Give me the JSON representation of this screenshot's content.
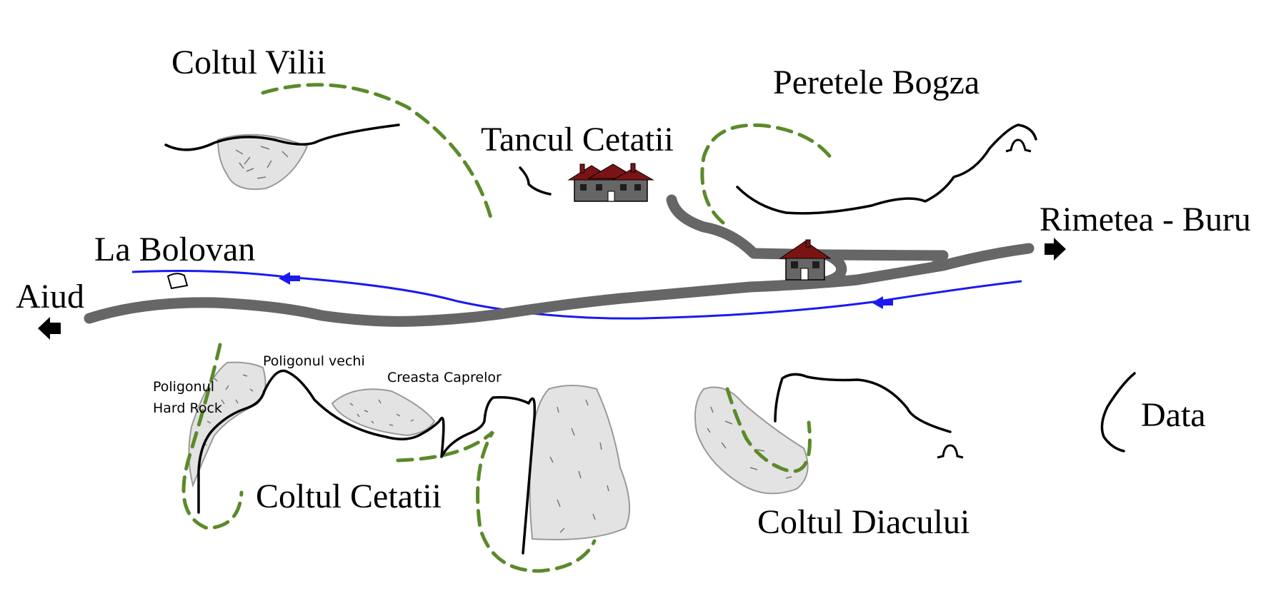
{
  "map": {
    "labels": {
      "coltul_vilii": "Coltul Vilii",
      "peretele_bogza": "Peretele Bogza",
      "tancul_cetatii": "Tancul Cetatii",
      "rimetea_buru": "Rimetea - Buru",
      "la_bolovan": "La Bolovan",
      "aiud": "Aiud",
      "poligonul_vechi": "Poligonul vechi",
      "creasta_caprelor": "Creasta Caprelor",
      "poligonul_hard_rock_line1": "Poligonul",
      "poligonul_hard_rock_line2": "Hard Rock",
      "coltul_cetatii": "Coltul Cetatii",
      "coltul_diacului": "Coltul Diacului",
      "data": "Data"
    },
    "icons": {
      "direction_left": "arrow-left-icon",
      "direction_right": "arrow-right-icon",
      "river_flow": "arrow-left-icon",
      "buildings": "house-icon",
      "cave": "cave-icon"
    },
    "colors": {
      "road": "#666666",
      "river": "#1a1af0",
      "trail": "#5b8a2a",
      "cliff": "#000000",
      "boulder_fill": "#e3e3e3",
      "roof": "#7a1414",
      "wall": "#666666"
    }
  }
}
